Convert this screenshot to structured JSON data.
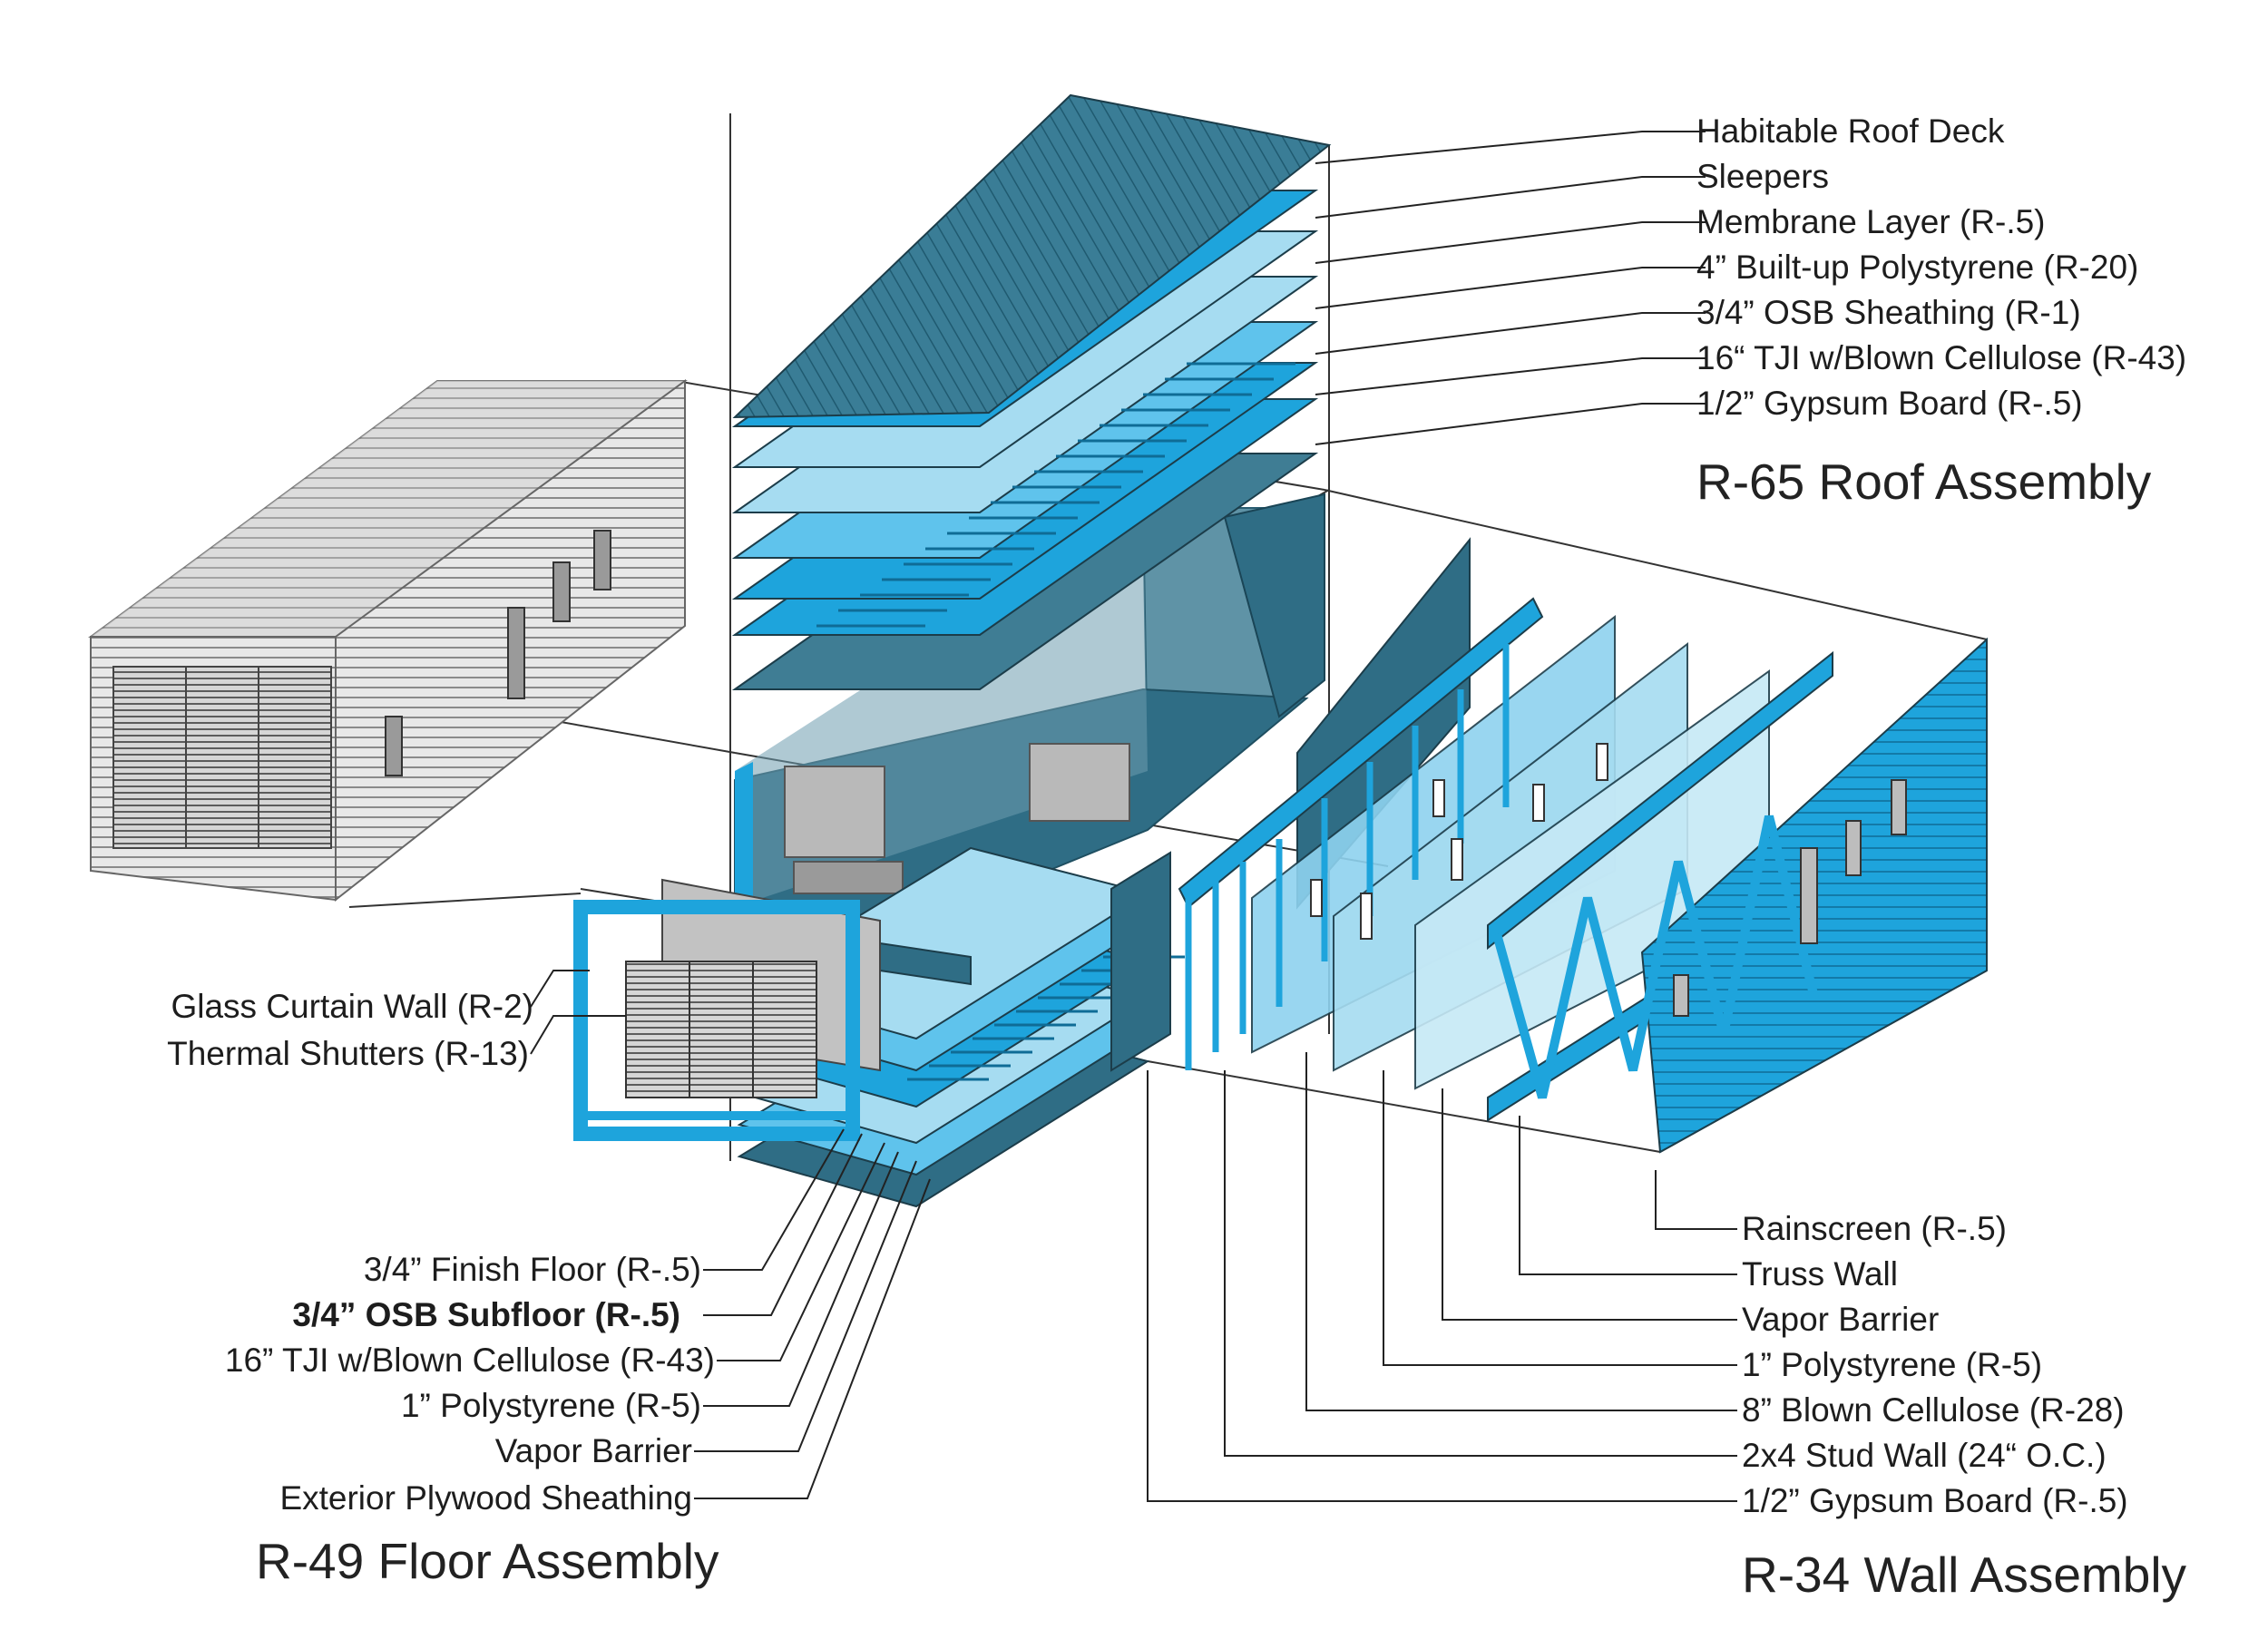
{
  "roof": {
    "heading": "R-65 Roof Assembly",
    "layers": [
      "Habitable Roof Deck",
      "Sleepers",
      "Membrane Layer (R-.5)",
      "4” Built-up Polystyrene (R-20)",
      "3/4” OSB Sheathing (R-1)",
      "16“ TJI w/Blown Cellulose (R-43)",
      "1/2” Gypsum Board (R-.5)"
    ]
  },
  "facade": {
    "layers": [
      "Glass Curtain Wall (R-2)",
      "Thermal Shutters (R-13)"
    ]
  },
  "floor": {
    "heading": "R-49 Floor Assembly",
    "layers": [
      "3/4” Finish Floor (R-.5)",
      "3/4” OSB Subfloor (R-.5)",
      "16” TJI w/Blown Cellulose (R-43)",
      "1” Polystyrene (R-5)",
      "Vapor Barrier",
      "Exterior Plywood Sheathing"
    ]
  },
  "wall": {
    "heading": "R-34 Wall Assembly",
    "layers": [
      "Rainscreen (R-.5)",
      "Truss Wall",
      "Vapor Barrier",
      "1” Polystyrene (R-5)",
      "8” Blown Cellulose (R-28)",
      "2x4 Stud Wall (24“ O.C.)",
      "1/2” Gypsum Board (R-.5)"
    ]
  },
  "colors": {
    "bright_blue": "#1ea4dc",
    "light_blue": "#a6dcf1",
    "deep_teal": "#2f6d85",
    "grey_siding": "#d9d9d9",
    "line": "#222222"
  }
}
